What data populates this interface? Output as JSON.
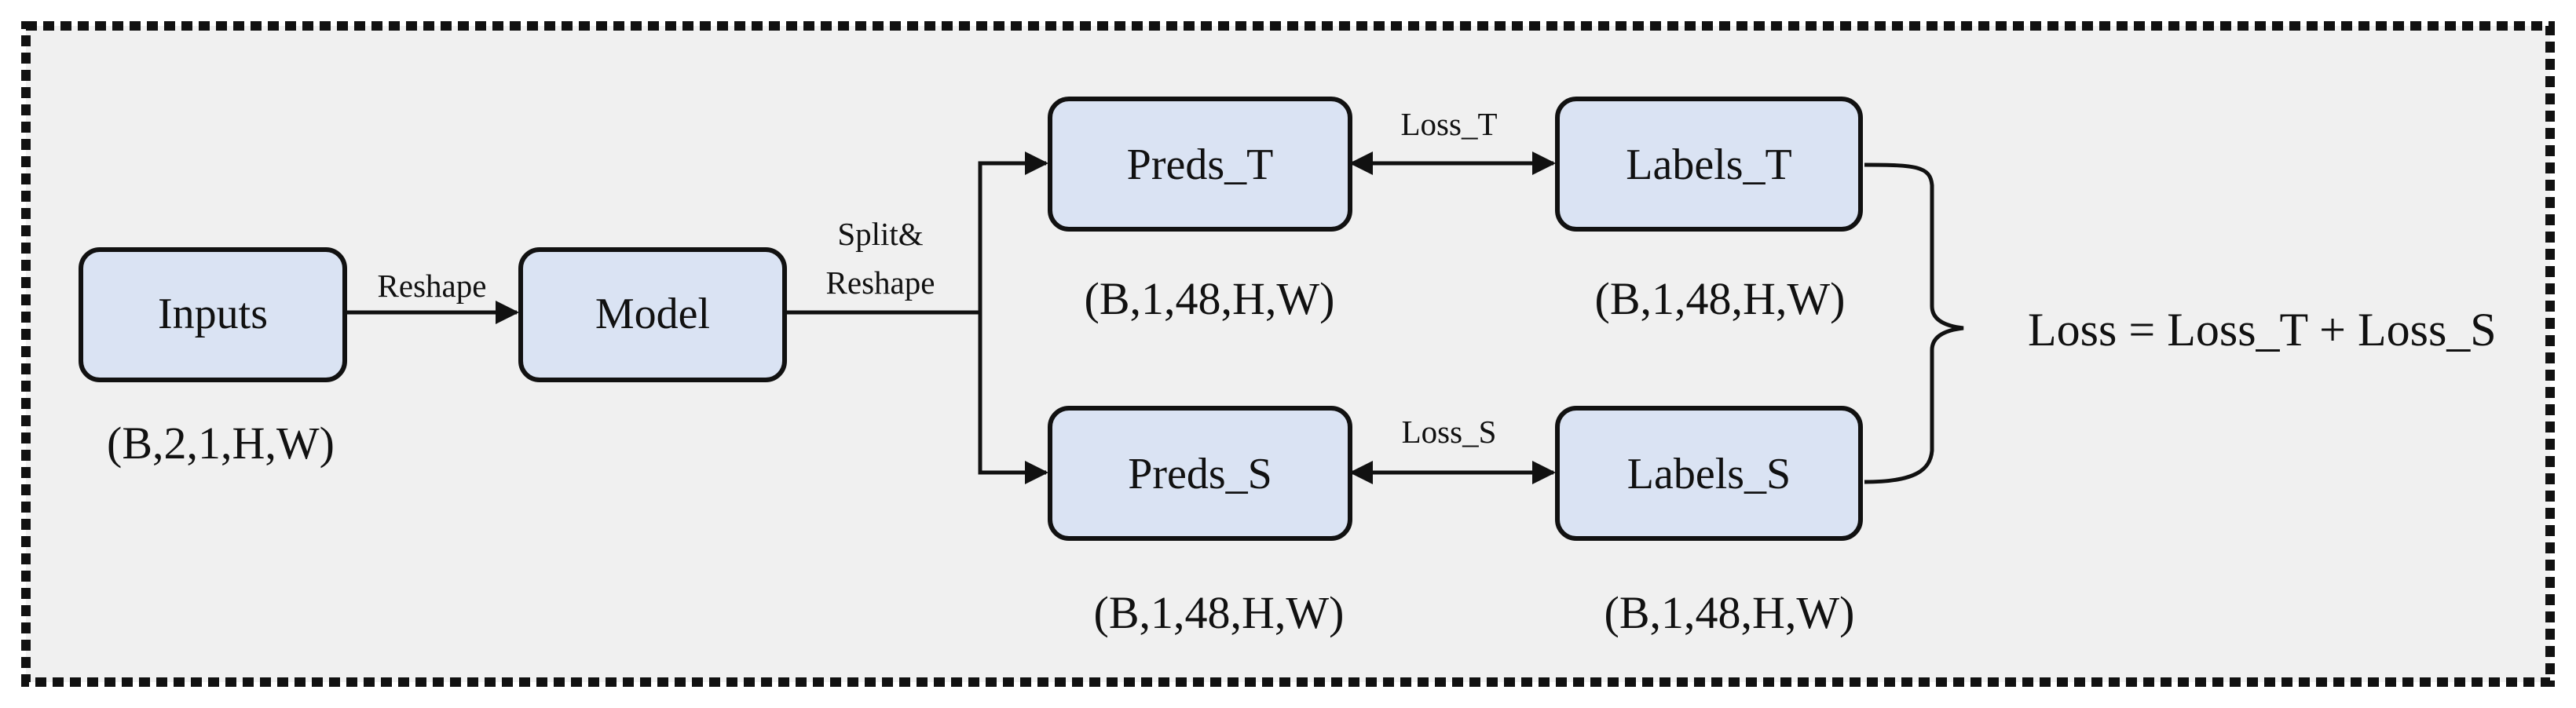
{
  "colors": {
    "canvas": "#f0f0f0",
    "node_fill": "#dae3f3",
    "stroke": "#111111"
  },
  "nodes": {
    "inputs": "Inputs",
    "model": "Model",
    "preds_t": "Preds_T",
    "labels_t": "Labels_T",
    "preds_s": "Preds_S",
    "labels_s": "Labels_S"
  },
  "shapes": {
    "inputs": "(B,2,1,H,W)",
    "preds_t": "(B,1,48,H,W)",
    "labels_t": "(B,1,48,H,W)",
    "preds_s": "(B,1,48,H,W)",
    "labels_s": "(B,1,48,H,W)"
  },
  "edges": {
    "reshape": "Reshape",
    "split_line1": "Split&",
    "split_line2": "Reshape",
    "loss_t": "Loss_T",
    "loss_s": "Loss_S"
  },
  "formula": "Loss = Loss_T + Loss_S"
}
